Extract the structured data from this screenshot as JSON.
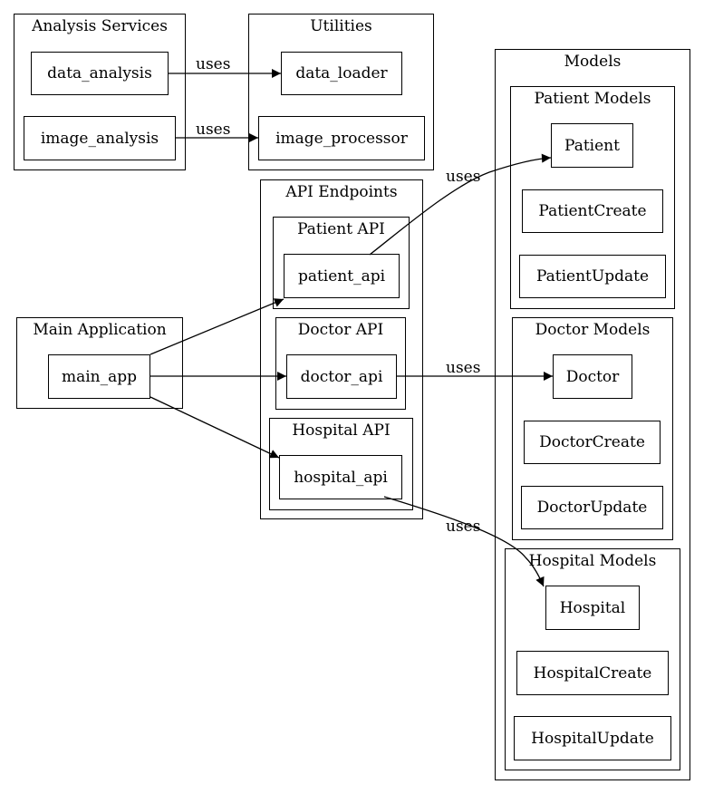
{
  "clusters": {
    "analysis_services": "Analysis Services",
    "utilities": "Utilities",
    "api_endpoints": "API Endpoints",
    "patient_api_group": "Patient API",
    "doctor_api_group": "Doctor API",
    "hospital_api_group": "Hospital API",
    "main_application": "Main Application",
    "models": "Models",
    "patient_models": "Patient Models",
    "doctor_models": "Doctor Models",
    "hospital_models": "Hospital Models"
  },
  "nodes": {
    "data_analysis": "data_analysis",
    "image_analysis": "image_analysis",
    "data_loader": "data_loader",
    "image_processor": "image_processor",
    "patient_api": "patient_api",
    "doctor_api": "doctor_api",
    "hospital_api": "hospital_api",
    "main_app": "main_app",
    "patient": "Patient",
    "patient_create": "PatientCreate",
    "patient_update": "PatientUpdate",
    "doctor": "Doctor",
    "doctor_create": "DoctorCreate",
    "doctor_update": "DoctorUpdate",
    "hospital": "Hospital",
    "hospital_create": "HospitalCreate",
    "hospital_update": "HospitalUpdate"
  },
  "edges": [
    {
      "from": "data_analysis",
      "to": "data_loader",
      "label": "uses"
    },
    {
      "from": "image_analysis",
      "to": "image_processor",
      "label": "uses"
    },
    {
      "from": "patient_api",
      "to": "patient",
      "label": "uses"
    },
    {
      "from": "doctor_api",
      "to": "doctor",
      "label": "uses"
    },
    {
      "from": "hospital_api",
      "to": "hospital",
      "label": "uses"
    },
    {
      "from": "main_app",
      "to": "patient_api",
      "label": ""
    },
    {
      "from": "main_app",
      "to": "doctor_api",
      "label": ""
    },
    {
      "from": "main_app",
      "to": "hospital_api",
      "label": ""
    }
  ]
}
